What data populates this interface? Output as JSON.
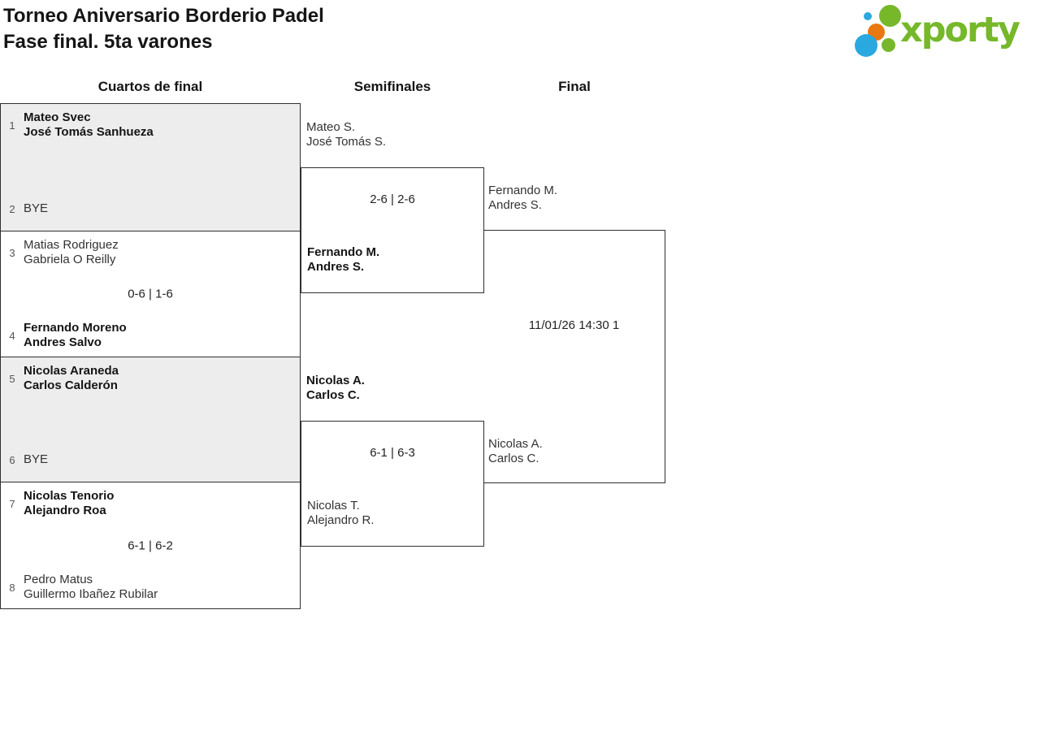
{
  "brand": {
    "logo_green": "#76b82a",
    "logo_blue": "#29a9e0",
    "logo_orange": "#e8780f",
    "border_dark": "#2f2f2f",
    "box_grey": "#ededed"
  },
  "header": {
    "title_line1": "Torneo Aniversario Borderio Padel",
    "title_line2": "Fase final. 5ta varones",
    "logo_text": "xporty"
  },
  "rounds": [
    "Cuartos de final",
    "Semifinales",
    "Final"
  ],
  "bracket": {
    "quarterfinals": [
      {
        "seed1": "1",
        "team1": [
          "Mateo Svec",
          "José Tomás Sanhueza"
        ],
        "seed2": "2",
        "team2": [
          "BYE"
        ],
        "score": "",
        "winner": "team1"
      },
      {
        "seed1": "3",
        "team1": [
          "Matias Rodriguez",
          "Gabriela O Reilly"
        ],
        "seed2": "4",
        "team2": [
          "Fernando Moreno",
          "Andres Salvo"
        ],
        "score": "0-6 | 1-6",
        "winner": "team2"
      },
      {
        "seed1": "5",
        "team1": [
          "Nicolas Araneda",
          "Carlos Calderón"
        ],
        "seed2": "6",
        "team2": [
          "BYE"
        ],
        "score": "",
        "winner": "team1"
      },
      {
        "seed1": "7",
        "team1": [
          "Nicolas Tenorio",
          "Alejandro Roa"
        ],
        "seed2": "8",
        "team2": [
          "Pedro Matus",
          "Guillermo Ibañez Rubilar"
        ],
        "score": "6-1 | 6-2",
        "winner": "team1"
      }
    ],
    "semifinals": [
      {
        "team1": [
          "Mateo S.",
          "José Tomás S."
        ],
        "team2": [
          "Fernando M.",
          "Andres S."
        ],
        "score": "2-6 | 2-6",
        "winner": "team2"
      },
      {
        "team1": [
          "Nicolas A.",
          "Carlos C."
        ],
        "team2": [
          "Nicolas T.",
          "Alejandro R."
        ],
        "score": "6-1 | 6-3",
        "winner": "team1"
      }
    ],
    "final": {
      "team1": [
        "Fernando M.",
        "Andres S."
      ],
      "team2": [
        "Nicolas A.",
        "Carlos C."
      ],
      "schedule": "11/01/26 14:30 1"
    }
  }
}
